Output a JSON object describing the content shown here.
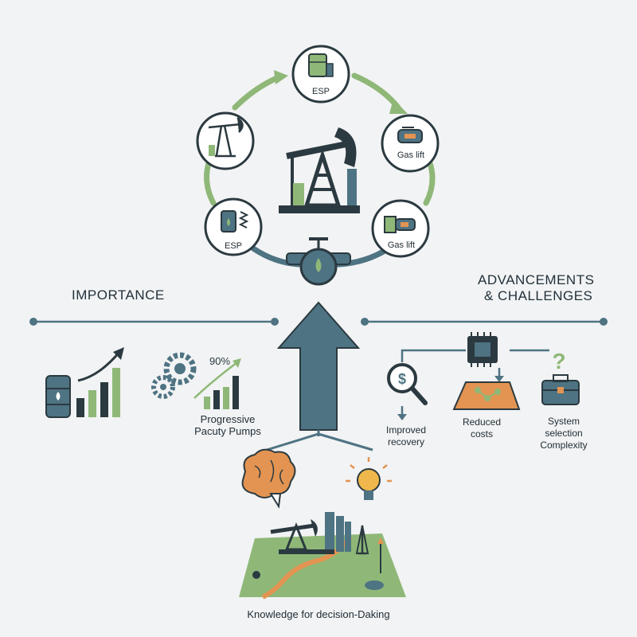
{
  "cycle": {
    "top_label": "ESP",
    "right_upper_label": "Gas lift",
    "right_lower_label": "Gas lift",
    "left_lower_label": "ESP"
  },
  "sections": {
    "left_title": "IMPORTANCE",
    "right_title_line1": "ADVANCEMENTS",
    "right_title_line2": "& CHALLENGES"
  },
  "importance": {
    "percent": "90%",
    "pumps_line1": "Progressive",
    "pumps_line2": "Pacuty Pumps"
  },
  "advancements": {
    "recovery_line1": "Improved",
    "recovery_line2": "recovery",
    "costs_line1": "Reduced",
    "costs_line2": "costs",
    "complexity_line1": "System",
    "complexity_line2": "selection",
    "complexity_line3": "Complexity"
  },
  "footer": {
    "caption": "Knowledge for decision-Daking"
  },
  "colors": {
    "dark": "#2b3a40",
    "teal": "#4e7383",
    "green": "#8fb878",
    "orange": "#e39452",
    "background": "#f2f3f4"
  }
}
